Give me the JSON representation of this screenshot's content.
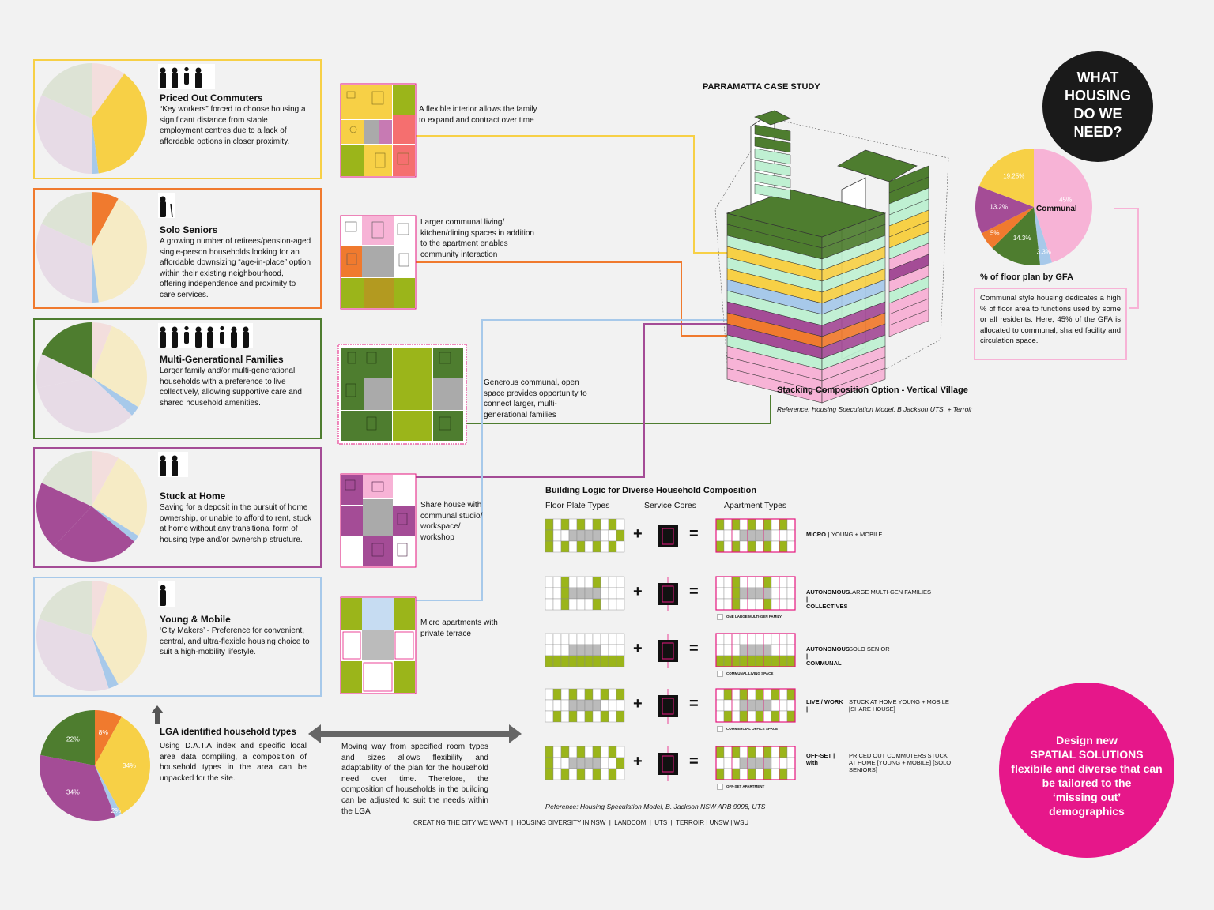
{
  "colors": {
    "yellow": "#f7d046",
    "orange": "#f07a2e",
    "green": "#4e7d2f",
    "purple": "#a44c96",
    "blue": "#a7c9ea",
    "lime": "#9bb51a",
    "pink": "#f7b3d6",
    "magenta": "#e6167e",
    "mint": "#bff0d2",
    "pale_yellow": "#f6ebc5",
    "pale_green": "#dde3d5",
    "pale_purple": "#e7dbe6",
    "pale_pink": "#f3dedd"
  },
  "header": {
    "case_study": "PARRAMATTA CASE STUDY"
  },
  "what_housing": {
    "line1": "WHAT",
    "line2": "HOUSING",
    "line3": "DO WE",
    "line4": "NEED?"
  },
  "personas": [
    {
      "title": "Priced Out Commuters",
      "desc": "“Key workers” forced to choose housing a significant distance from stable employment centres due to a lack of affordable options in closer proximity.",
      "icon": "family-of-four-icon",
      "color": "#f7d046"
    },
    {
      "title": "Solo Seniors",
      "desc": "A growing number of retirees/pension-aged single-person households looking for an affordable downsizing “age-in-place” option within their existing neighbourhood, offering independence and proximity to care services.",
      "icon": "senior-with-cane-icon",
      "color": "#f07a2e"
    },
    {
      "title": "Multi-Generational Families",
      "desc": "Larger family and/or multi-generational households with a preference to live collectively, allowing supportive care and shared household amenities.",
      "icon": "extended-family-icon",
      "color": "#4e7d2f"
    },
    {
      "title": "Stuck at Home",
      "desc": "Saving for a deposit in the pursuit of home ownership, or unable to afford to rent, stuck at home without any transitional form of housing type and/or ownership structure.",
      "icon": "parent-and-adult-child-icon",
      "color": "#a44c96"
    },
    {
      "title": "Young & Mobile",
      "desc": "‘City Makers’ - Preference for convenient, central, and ultra-flexible housing choice to suit a high-mobility lifestyle.",
      "icon": "single-person-icon",
      "color": "#a7c9ea"
    }
  ],
  "plan_captions": [
    "A flexible interior allows the family to expand and contract over time",
    "Larger communal living/ kitchen/dining spaces in addition to the apartment enables community interaction",
    "Generous communal, open space provides opportunity to connect larger, multi-generational families",
    "Share house with communal studio/ workspace/ workshop",
    "Micro apartments with private terrace"
  ],
  "lga": {
    "title": "LGA identified household types",
    "desc": "Using D.A.T.A index and specific local area data compiling, a composition of household types in the area can be unpacked for the site.",
    "moving_text": "Moving way from specified room types and sizes allows flexibility and adaptability of the plan for the household need over time. Therefore, the composition of households in the building can be adjusted to suit the needs within the LGA"
  },
  "gfa": {
    "title": "% of floor plan by GFA",
    "desc": "Communal style housing dedicates a high % of floor area to functions used by some or all residents. Here, 45% of the GFA is allocated to communal, shared facility and circulation space.",
    "communal_label": "Communal"
  },
  "stacking": {
    "title": "Stacking Composition Option - Vertical Village",
    "reference": "Reference: Housing Speculation Model, B Jackson UTS, + Terroir"
  },
  "building_logic": {
    "title": "Building Logic for Diverse Household Composition",
    "col_floor": "Floor Plate Types",
    "col_cores": "Service Cores",
    "col_apartments": "Apartment Types",
    "plus": "+",
    "equals": "=",
    "rows": [
      {
        "type": "MICRO |",
        "households": "YOUNG + MOBILE",
        "sub": ""
      },
      {
        "type": "AUTONOMOUS | COLLECTIVES",
        "households": "LARGE MULTI-GEN FAMILIES",
        "sub": "ONE LARGE MULTI-GEN FAMILY"
      },
      {
        "type": "AUTONOMOUS | COMMUNAL",
        "households": "SOLO SENIOR",
        "sub": "COMMUNAL LIVING SPACE"
      },
      {
        "type": "LIVE / WORK |",
        "households": "STUCK AT HOME YOUNG + MOBILE [SHARE HOUSE]",
        "sub": "COMMERCIAL OFFICE SPACE"
      },
      {
        "type": "OFF-SET | with",
        "households": "PRICED OUT COMMUTERS STUCK AT HOME [YOUNG + MOBILE] [SOLO SENIORS]",
        "sub": "OFF-SET APARTMENT"
      }
    ],
    "reference": "Reference: Housing Speculation Model, B. Jackson NSW ARB 9998, UTS"
  },
  "footer": "CREATING THE CITY WE WANT  |  HOUSING DIVERSITY IN NSW  |  LANDCOM  |  UTS  |  TERROIR | UNSW | WSU",
  "design_callout": {
    "line1": "Design new",
    "line2": "SPATIAL SOLUTIONS",
    "line3": "flexibile and diverse that can",
    "line4": "be tailored to the",
    "line5": "‘missing out’",
    "line6": "demographics"
  },
  "chart_data": [
    {
      "type": "pie",
      "title": "% of floor plan by GFA",
      "categories": [
        "Communal",
        "",
        "",
        "",
        "",
        ""
      ],
      "values": [
        45,
        3.3,
        14.3,
        5,
        13.2,
        19.25
      ],
      "labels": [
        "45%",
        "3.3%",
        "14.3%",
        "5%",
        "13.2%",
        "19.25%"
      ],
      "colors": [
        "#f7b3d6",
        "#a7c9ea",
        "#4e7d2f",
        "#f07a2e",
        "#a44c96",
        "#f7d046"
      ]
    },
    {
      "type": "pie",
      "title": "LGA identified household types",
      "values": [
        8,
        34,
        2,
        34,
        22
      ],
      "labels": [
        "8%",
        "34%",
        "2%",
        "34%",
        "22%"
      ],
      "colors": [
        "#f07a2e",
        "#f7d046",
        "#a7c9ea",
        "#a44c96",
        "#4e7d2f"
      ]
    }
  ]
}
